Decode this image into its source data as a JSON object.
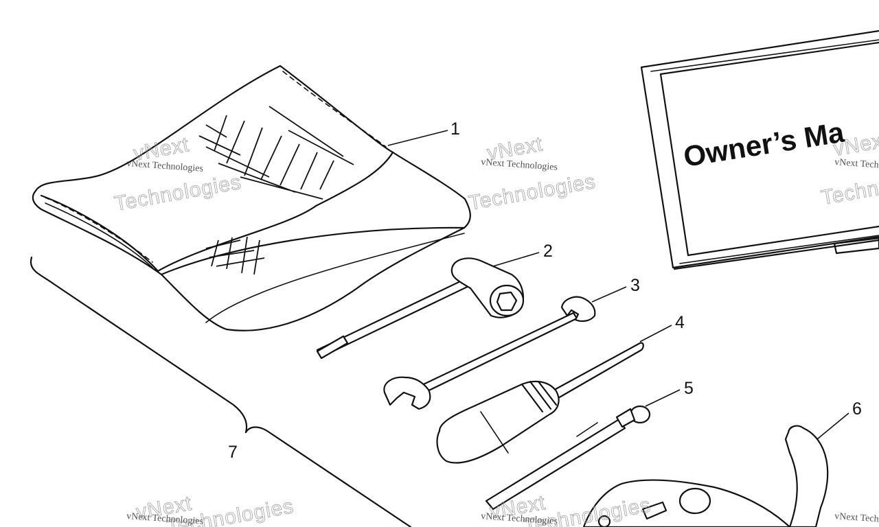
{
  "manual": {
    "title": "Owner’s Ma"
  },
  "callouts": [
    {
      "number": "1",
      "part": "tool-pouch"
    },
    {
      "number": "2",
      "part": "spark-plug-wrench"
    },
    {
      "number": "3",
      "part": "open-end-wrench"
    },
    {
      "number": "4",
      "part": "screwdriver"
    },
    {
      "number": "5",
      "part": "screwdriver-bit"
    },
    {
      "number": "6",
      "part": "spanner-wrench"
    },
    {
      "number": "7",
      "part": "tool-kit-assembly"
    }
  ],
  "watermark": {
    "small": "vNext Technologies",
    "big_top": "vNext",
    "big_bottom": "Technologies"
  }
}
